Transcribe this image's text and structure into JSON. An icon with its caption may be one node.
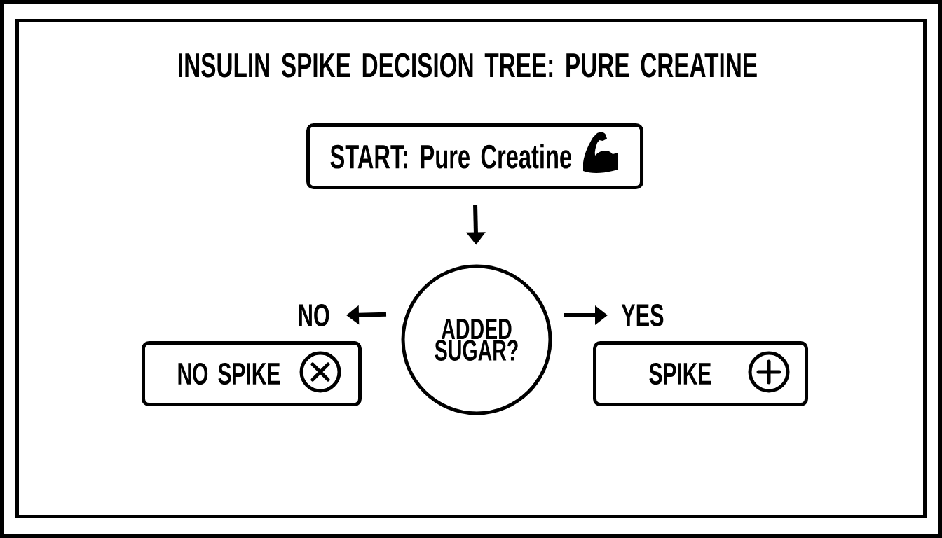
{
  "diagram": {
    "title": "INSULIN SPIKE DECISION TREE: PURE CREATINE",
    "nodes": [
      {
        "text": [
          "START: Pure Creatine"
        ]
      },
      {
        "text": [
          "ADDED SUGAR?"
        ]
      },
      {
        "text": [
          "NO SPIKE"
        ]
      },
      {
        "text": [
          "SPIKE"
        ]
      }
    ],
    "edges": [
      {
        "from": 0,
        "to": 1,
        "arrow": "to"
      },
      {
        "from": 1,
        "to": 2,
        "arrow": "to",
        "label": "NO"
      },
      {
        "from": 1,
        "to": 3,
        "arrow": "to",
        "label": "YES"
      }
    ]
  }
}
